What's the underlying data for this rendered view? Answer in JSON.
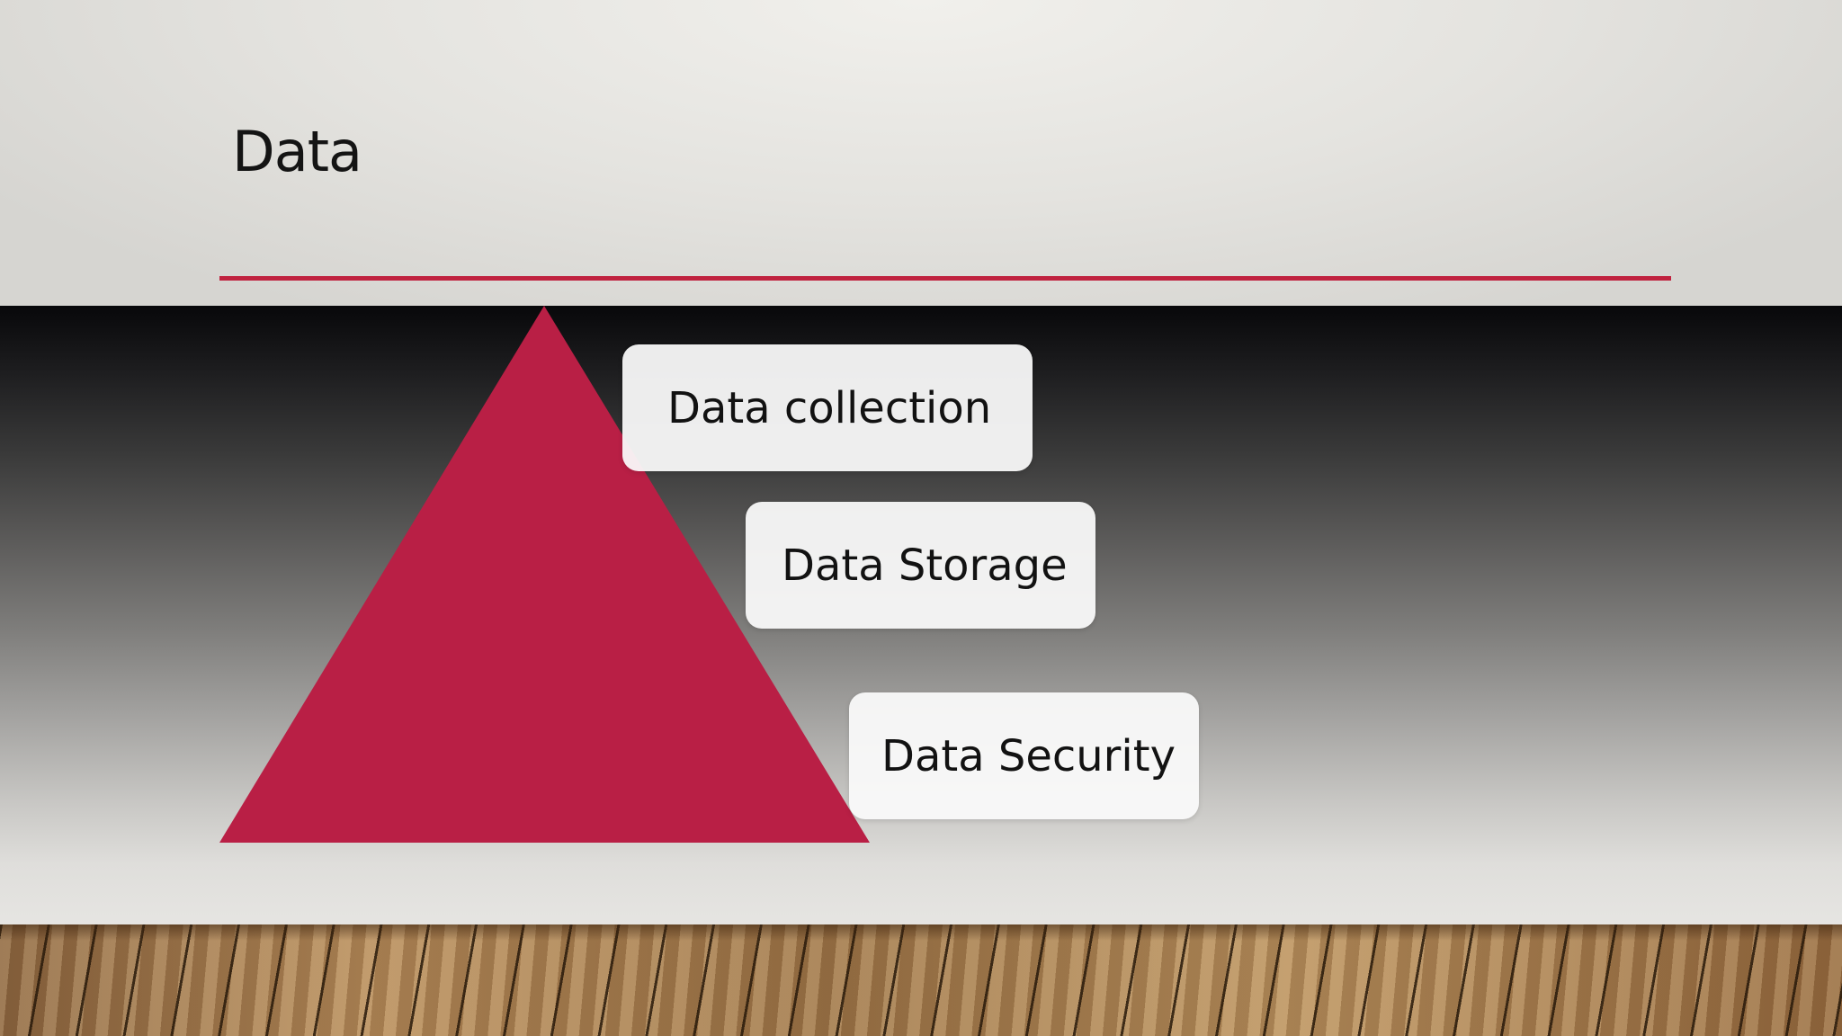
{
  "slide": {
    "title": "Data",
    "accent_color": "#c0223f",
    "pyramid_color": "#b91f45"
  },
  "layers": [
    {
      "label": "Data collection"
    },
    {
      "label": "Data Storage"
    },
    {
      "label": "Data Security"
    }
  ]
}
